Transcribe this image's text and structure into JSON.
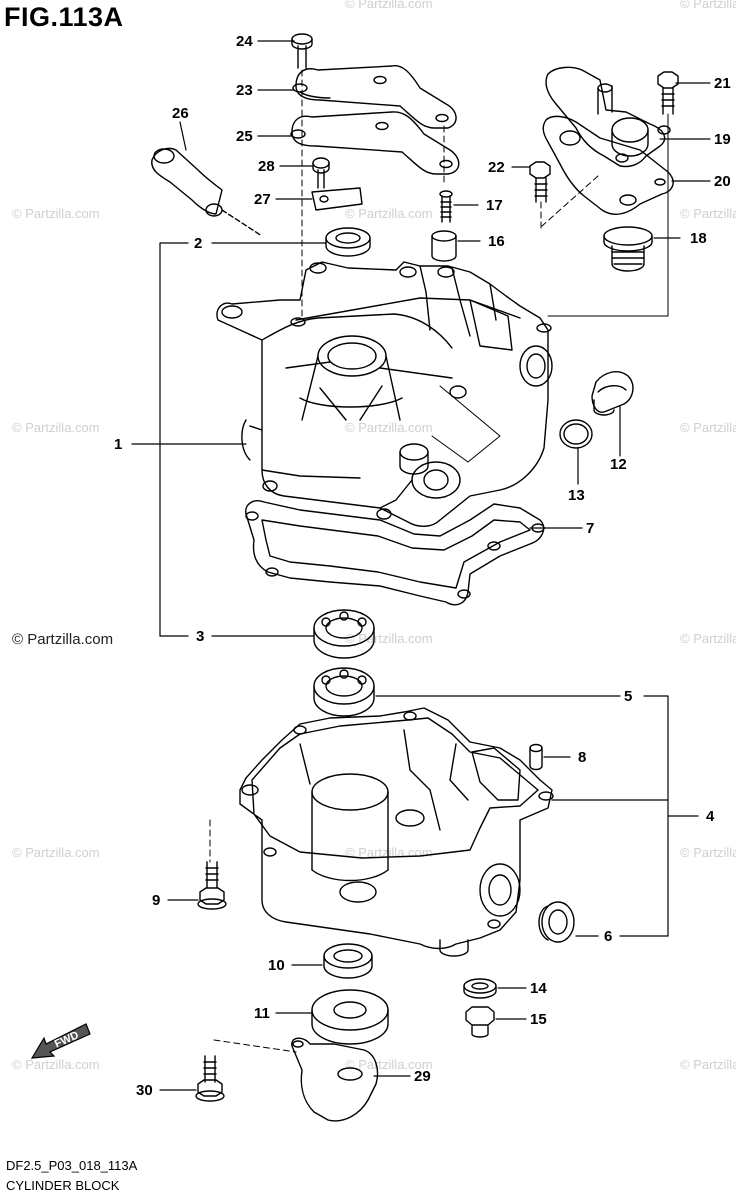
{
  "figure_title": "FIG.113A",
  "copyright": "© Partzilla.com",
  "watermark": "© Partzilla.com",
  "footer": {
    "code": "DF2.5_P03_018_113A",
    "name": "CYLINDER BLOCK"
  },
  "fwd_label": "FWD",
  "callouts": [
    "1",
    "2",
    "3",
    "4",
    "5",
    "6",
    "7",
    "8",
    "9",
    "10",
    "11",
    "12",
    "13",
    "14",
    "15",
    "16",
    "17",
    "18",
    "19",
    "20",
    "21",
    "22",
    "23",
    "24",
    "25",
    "26",
    "27",
    "28",
    "29",
    "30"
  ]
}
